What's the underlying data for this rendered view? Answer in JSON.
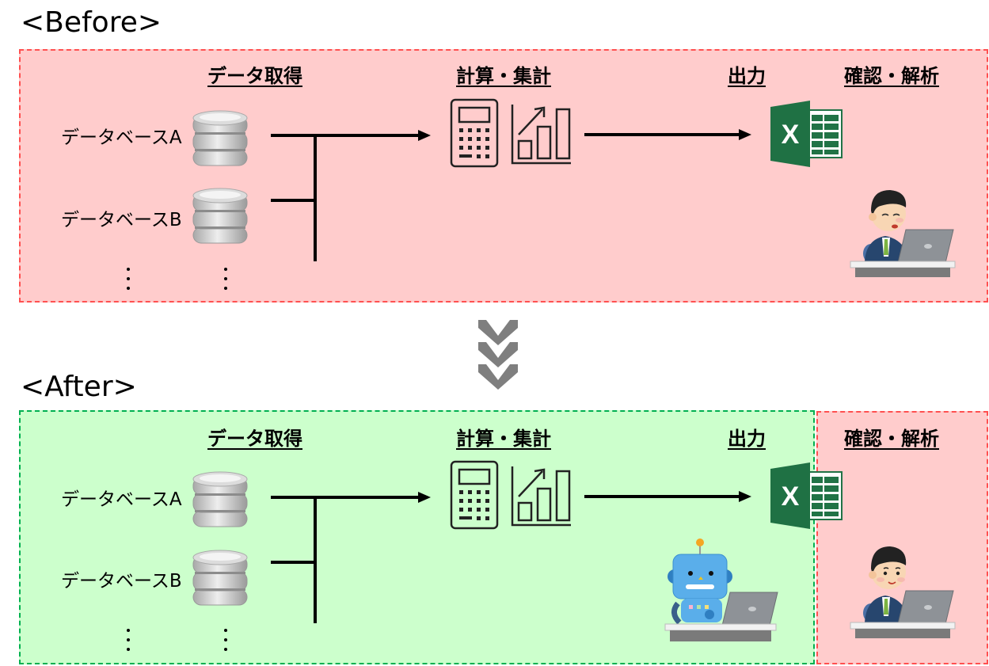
{
  "before": {
    "title": "<Before>",
    "headings": {
      "data_acquisition": "データ取得",
      "calculation": "計算・集計",
      "output": "出力",
      "review": "確認・解析"
    },
    "databases": [
      {
        "label": "データベースA"
      },
      {
        "label": "データベースB"
      }
    ],
    "ellipsis": "⋮",
    "icons": [
      "database-icon",
      "calculator-icon",
      "bar-chart-icon",
      "excel-icon",
      "tired-worker-icon"
    ],
    "box_color": "#ffcccc",
    "border_color": "#ff5050"
  },
  "transition": {
    "icon": "triple-chevron-down-icon",
    "color": "#7f7f7f"
  },
  "after": {
    "title": "<After>",
    "headings": {
      "data_acquisition": "データ取得",
      "calculation": "計算・集計",
      "output": "出力",
      "review": "確認・解析"
    },
    "databases": [
      {
        "label": "データベースA"
      },
      {
        "label": "データベースB"
      }
    ],
    "ellipsis": "⋮",
    "icons": [
      "database-icon",
      "calculator-icon",
      "bar-chart-icon",
      "excel-icon",
      "robot-worker-icon",
      "happy-worker-icon"
    ],
    "automated_box_color": "#ccffcc",
    "automated_border_color": "#00b050",
    "human_box_color": "#ffcccc",
    "human_border_color": "#ff5050"
  }
}
